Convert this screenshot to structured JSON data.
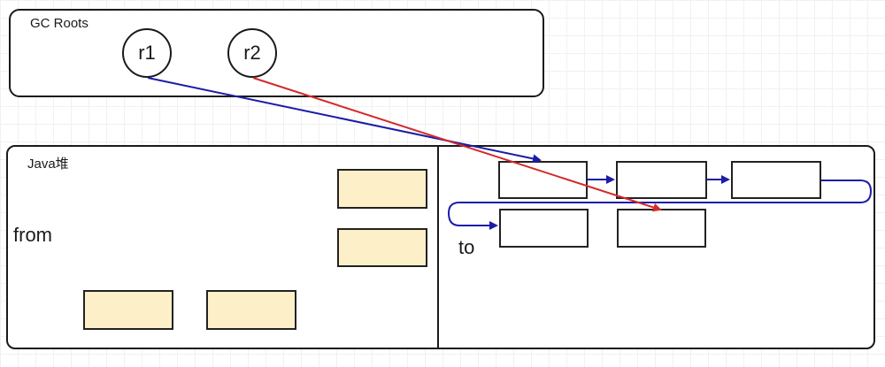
{
  "gc_roots": {
    "title": "GC Roots",
    "roots": [
      {
        "id": "r1",
        "label": "r1"
      },
      {
        "id": "r2",
        "label": "r2"
      }
    ]
  },
  "heap": {
    "title": "Java堆",
    "from_label": "from",
    "to_label": "to"
  },
  "colors": {
    "old_object_fill": "#fdf0c8",
    "new_object_fill": "#ffffff",
    "r1_reference": "#1c1ca8",
    "r2_reference": "#d42a2a",
    "border": "#1a1a1a"
  }
}
